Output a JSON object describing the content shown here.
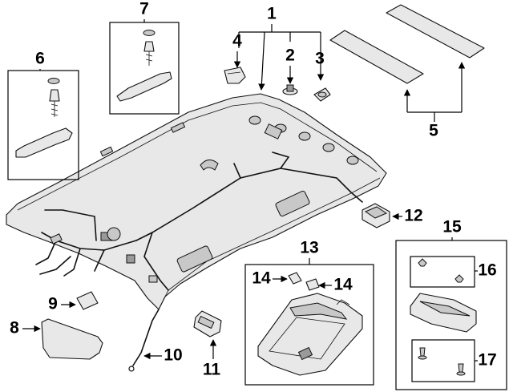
{
  "callouts": {
    "c1": "1",
    "c2": "2",
    "c3": "3",
    "c4": "4",
    "c5": "5",
    "c6": "6",
    "c7": "7",
    "c8": "8",
    "c9": "9",
    "c10": "10",
    "c11": "11",
    "c12": "12",
    "c13": "13",
    "c14a": "14",
    "c14b": "14",
    "c15": "15",
    "c16": "16",
    "c17": "17"
  },
  "colors": {
    "line": "#000000",
    "part_fill": "#e8e8e8",
    "part_shade": "#9a9a9a"
  }
}
